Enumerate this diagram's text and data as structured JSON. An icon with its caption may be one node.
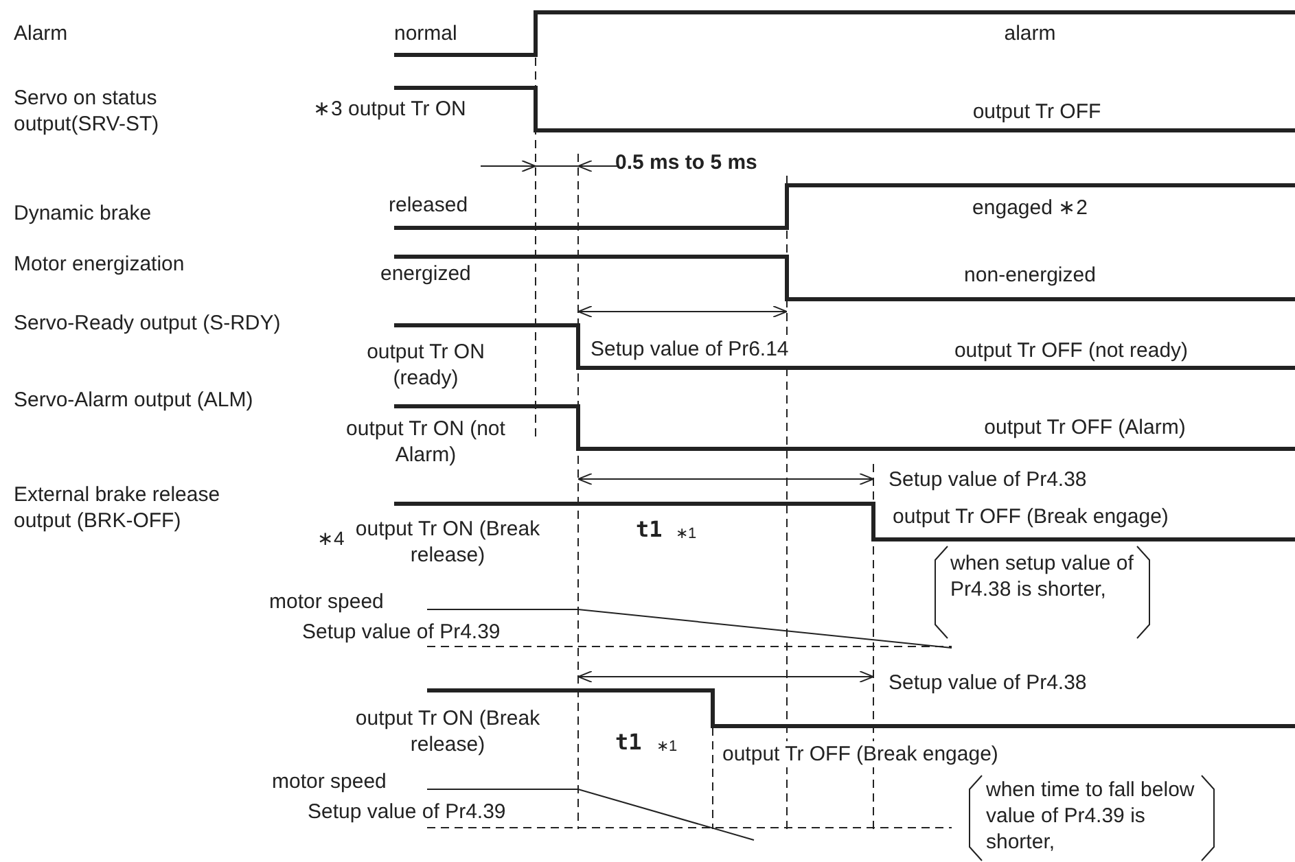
{
  "diagram": {
    "labels": [
      "Alarm",
      "normal",
      "alarm",
      "Servo on status output(SRV-ST)",
      "∗3 output Tr ON",
      "output Tr OFF",
      "0.5 ms to 5 ms",
      "Dynamic brake",
      "released",
      "engaged ∗2",
      "Motor energization",
      "energized",
      "non-energized",
      "Servo-Ready output (S-RDY)",
      "output Tr ON (ready)",
      "Setup value of Pr6.14",
      "output Tr OFF (not ready)",
      "Servo-Alarm output (ALM)",
      "output Tr ON (not Alarm)",
      "output Tr OFF (Alarm)",
      "Setup value of Pr4.38",
      "External brake release output (BRK-OFF)",
      "∗4",
      "output Tr ON (Break release)",
      "t1",
      "∗1",
      "output Tr OFF (Break engage)",
      "when setup value of Pr4.38 is shorter,",
      "motor speed",
      "Setup value of Pr4.39",
      "Setup value of Pr4.38",
      "output Tr ON (Break release)",
      "t1",
      "∗1",
      "output Tr OFF (Break engage)",
      "motor speed",
      "when time to fall below value of Pr4.39 is shorter,",
      "Setup value of Pr4.39"
    ]
  }
}
